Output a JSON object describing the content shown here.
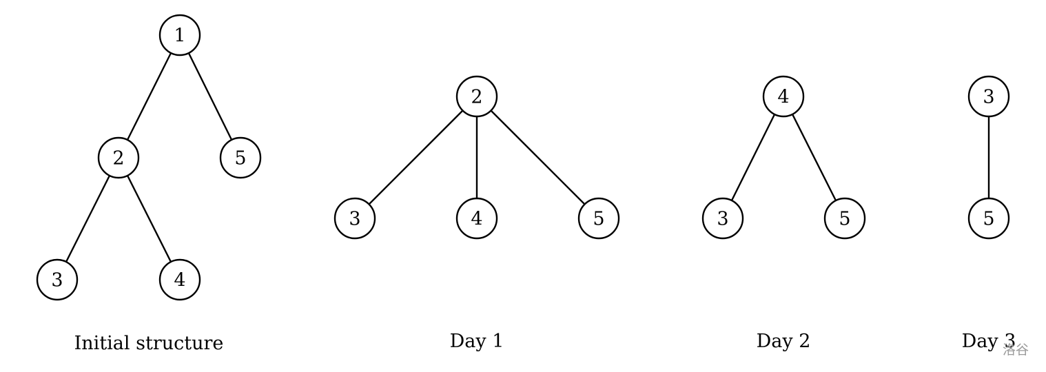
{
  "diagrams": [
    {
      "caption": "Initial structure",
      "nodes": [
        {
          "id": "a1",
          "label": "1"
        },
        {
          "id": "a2",
          "label": "2"
        },
        {
          "id": "a5",
          "label": "5"
        },
        {
          "id": "a3",
          "label": "3"
        },
        {
          "id": "a4",
          "label": "4"
        }
      ],
      "edges": [
        [
          "a1",
          "a2"
        ],
        [
          "a1",
          "a5"
        ],
        [
          "a2",
          "a3"
        ],
        [
          "a2",
          "a4"
        ]
      ]
    },
    {
      "caption": "Day 1",
      "nodes": [
        {
          "id": "b2",
          "label": "2"
        },
        {
          "id": "b3",
          "label": "3"
        },
        {
          "id": "b4",
          "label": "4"
        },
        {
          "id": "b5",
          "label": "5"
        }
      ],
      "edges": [
        [
          "b2",
          "b3"
        ],
        [
          "b2",
          "b4"
        ],
        [
          "b2",
          "b5"
        ]
      ]
    },
    {
      "caption": "Day 2",
      "nodes": [
        {
          "id": "c4",
          "label": "4"
        },
        {
          "id": "c3",
          "label": "3"
        },
        {
          "id": "c5",
          "label": "5"
        }
      ],
      "edges": [
        [
          "c4",
          "c3"
        ],
        [
          "c4",
          "c5"
        ]
      ]
    },
    {
      "caption": "Day 3",
      "nodes": [
        {
          "id": "d3",
          "label": "3"
        },
        {
          "id": "d5",
          "label": "5"
        }
      ],
      "edges": [
        [
          "d3",
          "d5"
        ]
      ]
    }
  ],
  "watermark": "洛谷"
}
